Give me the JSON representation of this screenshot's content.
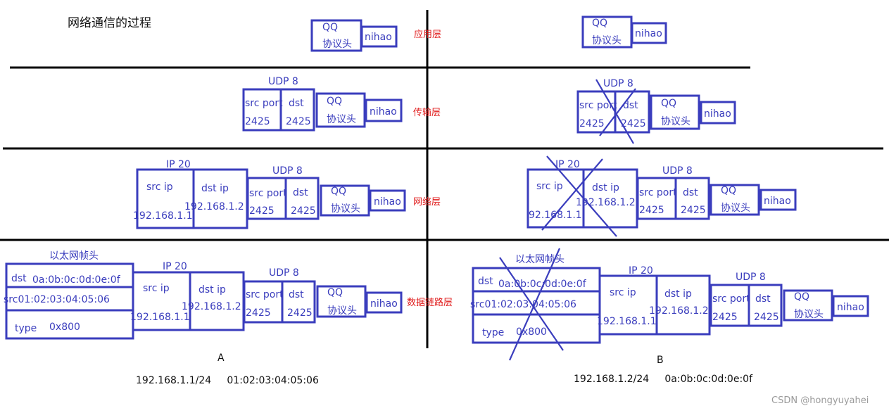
{
  "title": "网络通信的过程",
  "layers": {
    "application": "应用层",
    "transport": "传输层",
    "network": "网络层",
    "datalink": "数据链路层"
  },
  "labels": {
    "qq": "QQ",
    "proto_head": "协议头",
    "nihao": "nihao",
    "udp8": "UDP  8",
    "src_port": "src port",
    "dst": "dst",
    "port_val": "2425",
    "ip20": "IP 20",
    "src_ip": "src ip",
    "dst_ip": "dst ip",
    "ip_a": "192.168.1.1",
    "ip_b": "192.168.1.2",
    "ip_a_cut": "92.168.1.1",
    "eth_head": "以太网帧头",
    "dst_mac_label": "dst",
    "dst_mac": "0a:0b:0c:0d:0e:0f",
    "src_mac": "src01:02:03:04:05:06",
    "type_label": "type",
    "type_val": "0x800"
  },
  "hosts": {
    "a_name": "A",
    "b_name": "B",
    "a_info": "192.168.1.1/24     01:02:03:04:05:06",
    "b_info": "192.168.1.2/24     0a:0b:0c:0d:0e:0f"
  },
  "watermark": "CSDN @hongyuyahei",
  "colors": {
    "ink": "#3a3dbd",
    "layer_label": "#e01b1b",
    "rule": "#000000"
  }
}
